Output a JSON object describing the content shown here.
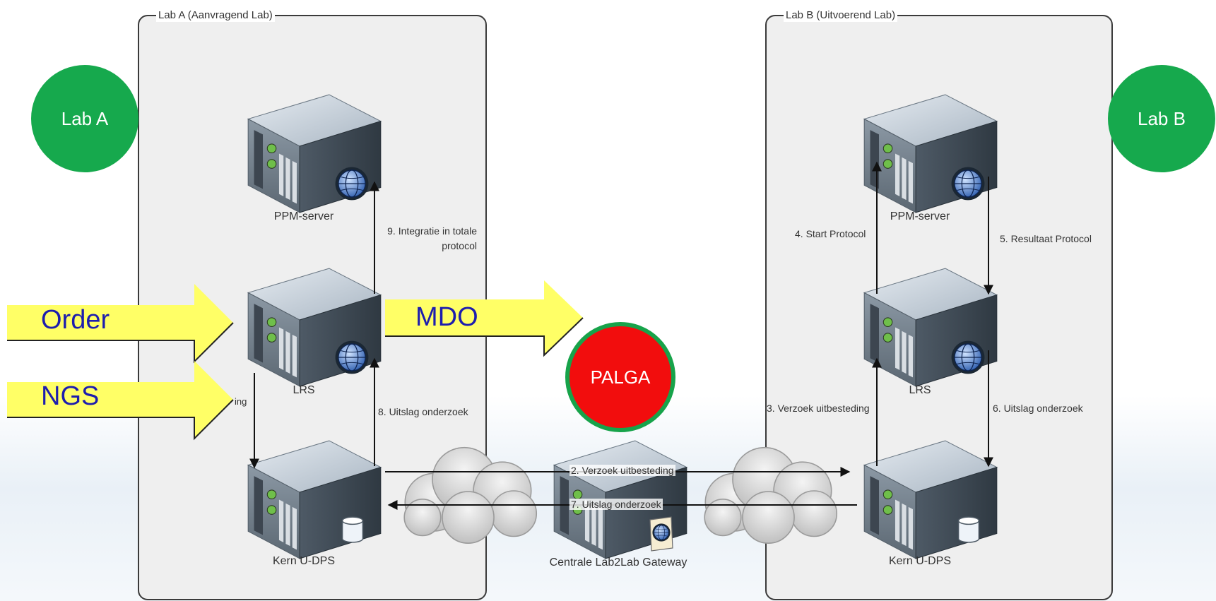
{
  "lab_a": {
    "panel_title": "Lab A (Aanvragend Lab)",
    "badge": "Lab A",
    "servers": {
      "ppm": "PPM-server",
      "lrs": "LRS",
      "kern": "Kern U-DPS"
    }
  },
  "lab_b": {
    "panel_title": "Lab B (Uitvoerend Lab)",
    "badge": "Lab B",
    "servers": {
      "ppm": "PPM-server",
      "lrs": "LRS",
      "kern": "Kern U-DPS"
    }
  },
  "gateway": {
    "label": "Centrale Lab2Lab Gateway"
  },
  "palga": {
    "label": "PALGA"
  },
  "big_arrows": {
    "order": "Order",
    "ngs": "NGS",
    "mdo": "MDO"
  },
  "steps": {
    "s1_partial": "ing",
    "s2": "2. Verzoek uitbesteding",
    "s3": "3. Verzoek uitbesteding",
    "s4": "4. Start Protocol",
    "s5": "5. Resultaat Protocol",
    "s6": "6. Uitslag onderzoek",
    "s7": "7. Uitslag onderzoek",
    "s8": "8. Uitslag onderzoek",
    "s9_line1": "9. Integratie in totale",
    "s9_line2": "protocol"
  },
  "colors": {
    "badge_green": "#16a94d",
    "palga_red": "#f20d0d",
    "palga_ring": "#17a34a",
    "arrow_yellow": "#ffff66",
    "arrow_text": "#1d1dae"
  }
}
